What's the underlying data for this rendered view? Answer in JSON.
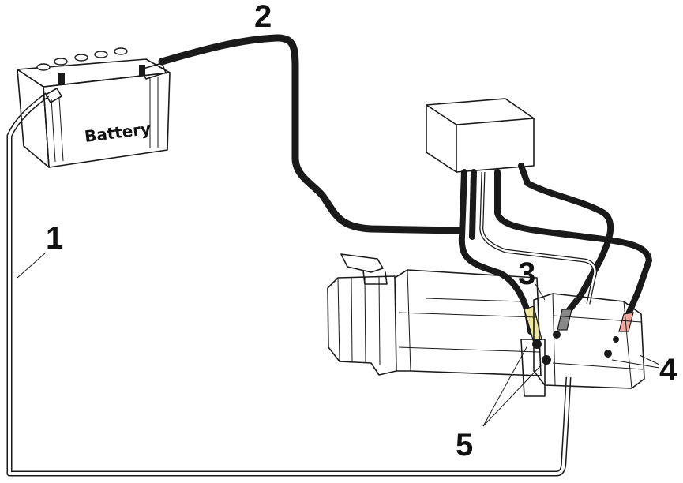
{
  "battery": {
    "label": "Battery"
  },
  "callouts": [
    "1",
    "2",
    "3",
    "4",
    "5"
  ],
  "colors": {
    "cable": "#1a1a1a",
    "positive_boot": "#f2a9a0",
    "switch_boot": "#efe7a0",
    "background": "#ffffff"
  }
}
